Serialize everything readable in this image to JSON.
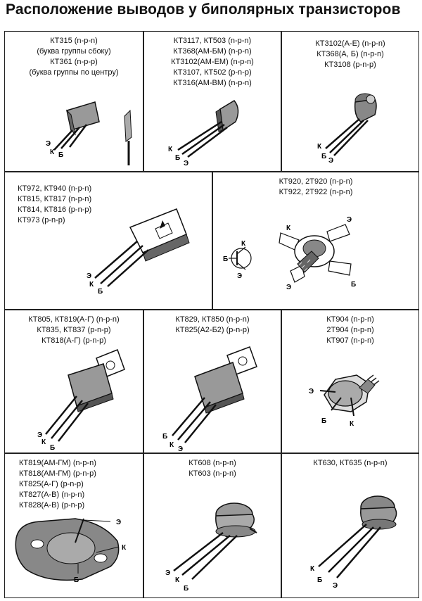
{
  "title": "Расположение выводов у биполярных транзисторов",
  "cells": [
    {
      "lines": [
        "КТ315 (n-p-n)",
        "(буква группы сбоку)",
        "КТ361 (n-p-p)",
        "(буква группы по центру)"
      ],
      "pins": [
        "Э",
        "К",
        "Б"
      ]
    },
    {
      "lines": [
        "КТ3117, КТ503 (n-p-n)",
        "КТ368(АМ-БМ) (n-p-n)",
        "КТ3102(АМ-ЕМ) (n-p-n)",
        "КТ3107, КТ502 (p-n-p)",
        "КТ316(АМ-ВМ) (n-p-n)"
      ],
      "pins": [
        "К",
        "Б",
        "Э"
      ]
    },
    {
      "lines": [
        "КТ3102(А-Е) (n-p-n)",
        "КТ368(А, Б) (n-p-n)",
        "КТ3108 (p-n-p)"
      ],
      "pins": [
        "К",
        "Б",
        "Э"
      ]
    },
    {
      "lines": [
        "КТ972, КТ940 (n-p-n)",
        "КТ815, КТ817 (n-p-n)",
        "КТ814, КТ816 (p-n-p)",
        "КТ973 (p-n-p)"
      ],
      "pins": [
        "Э",
        "К",
        "Б"
      ]
    },
    {
      "lines": [
        "КТ920, 2Т920 (n-p-n)",
        "КТ922, 2Т922 (n-p-n)"
      ],
      "pins": [
        "К",
        "Б",
        "Э",
        "К",
        "Э",
        "Э",
        "Б"
      ]
    },
    {
      "lines": [
        "КТ805, КТ819(А-Г) (n-p-n)",
        "КТ835, КТ837 (p-n-p)",
        "КТ818(А-Г) (p-n-p)"
      ],
      "pins": [
        "Э",
        "К",
        "Б"
      ]
    },
    {
      "lines": [
        "КТ829, КТ850 (n-p-n)",
        "КТ825(А2-Б2) (p-n-p)"
      ],
      "pins": [
        "Б",
        "К",
        "Э"
      ]
    },
    {
      "lines": [
        "КТ904 (n-p-n)",
        "2Т904 (n-p-n)",
        "КТ907 (n-p-n)"
      ],
      "pins": [
        "Э",
        "Б",
        "К"
      ]
    },
    {
      "lines": [
        "КТ819(АМ-ГМ) (n-p-n)",
        "КТ818(АМ-ГМ) (p-n-p)",
        "КТ825(А-Г) (p-n-p)",
        "КТ827(А-В) (n-p-n)",
        "КТ828(А-В) (p-n-p)"
      ],
      "pins": [
        "Э",
        "К",
        "Б"
      ]
    },
    {
      "lines": [
        "КТ608 (n-p-n)",
        "КТ603 (n-p-n)"
      ],
      "pins": [
        "Э",
        "К",
        "Б"
      ]
    },
    {
      "lines": [
        "КТ630, КТ635 (n-p-n)"
      ],
      "pins": [
        "К",
        "Б",
        "Э"
      ]
    }
  ]
}
